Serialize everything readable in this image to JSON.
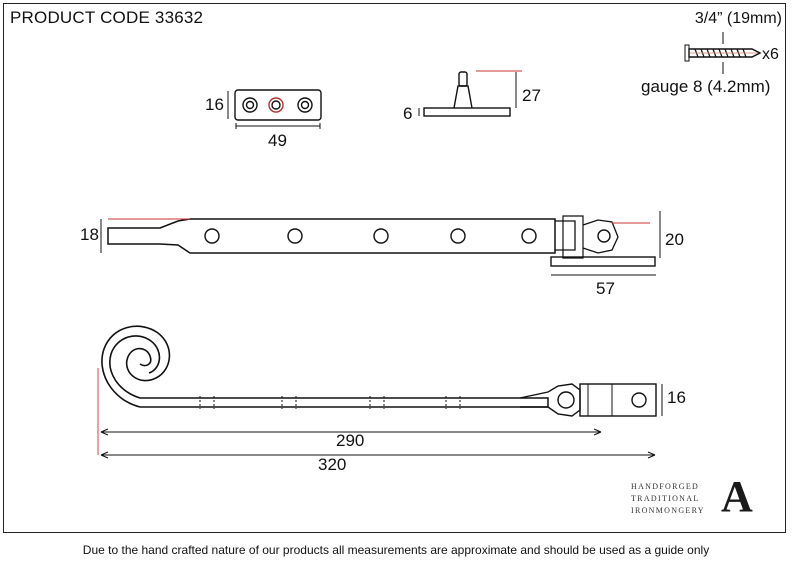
{
  "title": "PRODUCT CODE 33632",
  "screw": {
    "size": "3/4” (19mm)",
    "quantity": "x6",
    "gauge": "gauge 8 (4.2mm)"
  },
  "keep": {
    "height": "16",
    "width": "49"
  },
  "pin": {
    "height": "27",
    "plate": "6"
  },
  "stay_side": {
    "height": "18",
    "bracket_height": "20",
    "bracket_length": "57"
  },
  "stay_top": {
    "bracket_height": "16",
    "length_inner": "290",
    "length_overall": "320"
  },
  "brand": {
    "lines": [
      "HANDFORGED",
      "TRADITIONAL",
      "IRONMONGERY"
    ],
    "logo": "A"
  },
  "footer": "Due to the hand crafted nature of our products all measurements are approximate and should be used as a guide only"
}
